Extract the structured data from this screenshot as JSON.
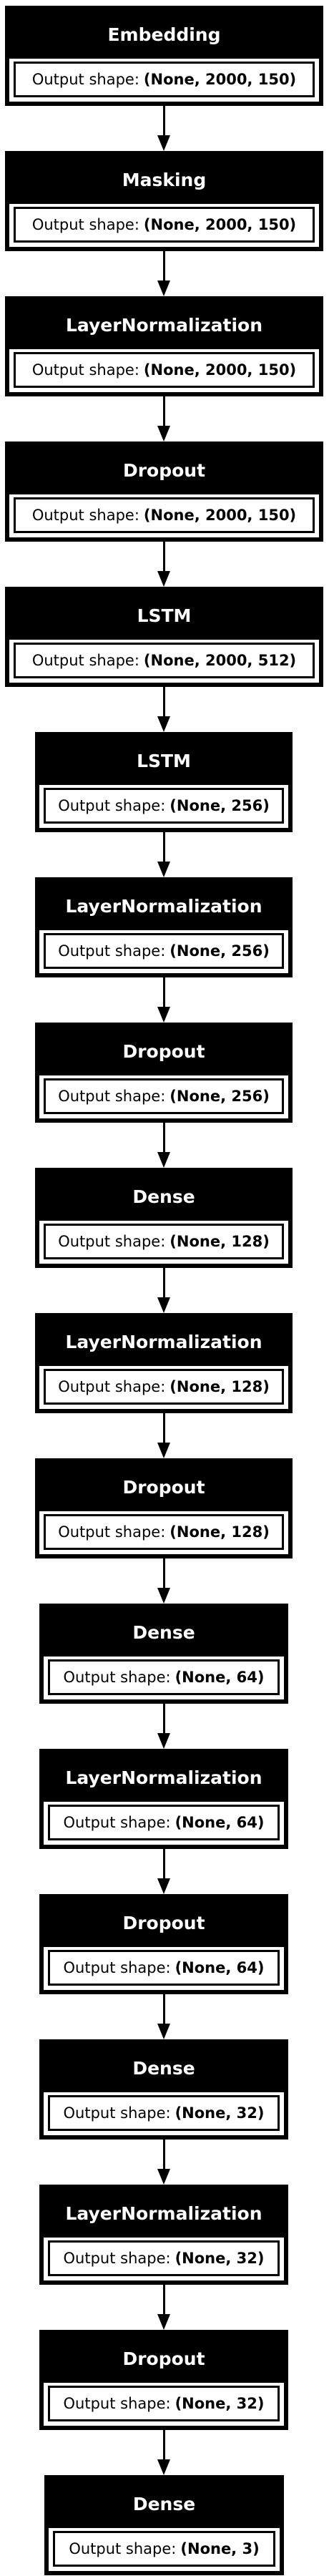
{
  "shape_label": "Output shape:",
  "layers": [
    {
      "name": "Embedding",
      "output_shape": "(None, 2000, 150)"
    },
    {
      "name": "Masking",
      "output_shape": "(None, 2000, 150)"
    },
    {
      "name": "LayerNormalization",
      "output_shape": "(None, 2000, 150)"
    },
    {
      "name": "Dropout",
      "output_shape": "(None, 2000, 150)"
    },
    {
      "name": "LSTM",
      "output_shape": "(None, 2000, 512)"
    },
    {
      "name": "LSTM",
      "output_shape": "(None, 256)"
    },
    {
      "name": "LayerNormalization",
      "output_shape": "(None, 256)"
    },
    {
      "name": "Dropout",
      "output_shape": "(None, 256)"
    },
    {
      "name": "Dense",
      "output_shape": "(None, 128)"
    },
    {
      "name": "LayerNormalization",
      "output_shape": "(None, 128)"
    },
    {
      "name": "Dropout",
      "output_shape": "(None, 128)"
    },
    {
      "name": "Dense",
      "output_shape": "(None, 64)"
    },
    {
      "name": "LayerNormalization",
      "output_shape": "(None, 64)"
    },
    {
      "name": "Dropout",
      "output_shape": "(None, 64)"
    },
    {
      "name": "Dense",
      "output_shape": "(None, 32)"
    },
    {
      "name": "LayerNormalization",
      "output_shape": "(None, 32)"
    },
    {
      "name": "Dropout",
      "output_shape": "(None, 32)"
    },
    {
      "name": "Dense",
      "output_shape": "(None, 3)"
    }
  ]
}
